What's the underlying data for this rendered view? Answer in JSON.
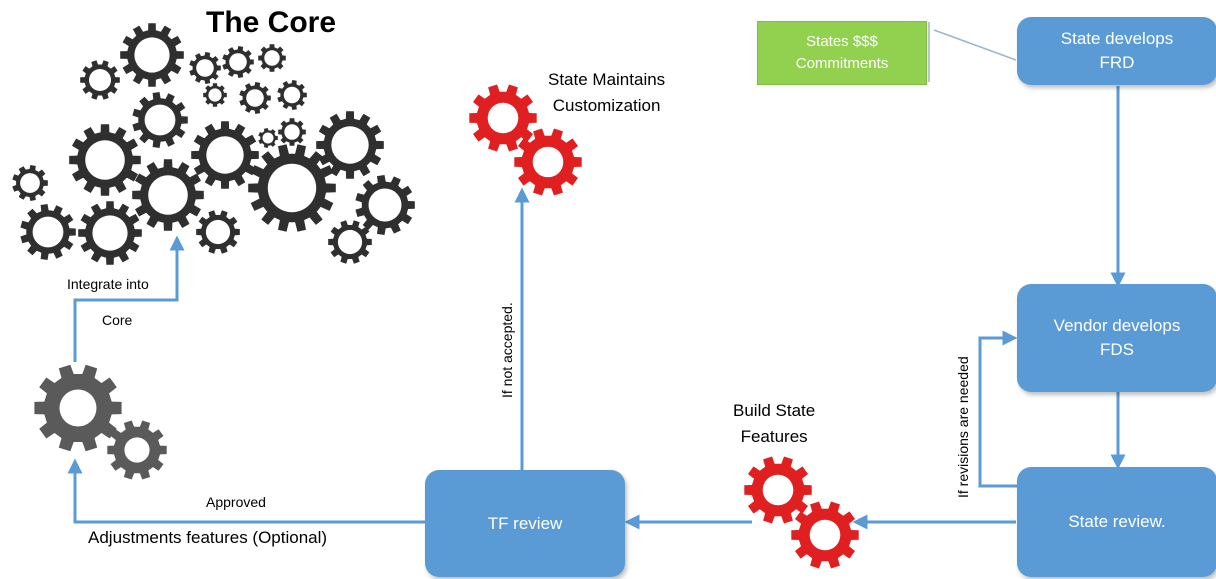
{
  "title": "The Core",
  "nodes": {
    "state_develops_frd": [
      "State develops",
      "FRD"
    ],
    "vendor_develops_fds": [
      "Vendor develops",
      "FDS"
    ],
    "state_review": "State review.",
    "tf_review": "TF review",
    "states_commitments": [
      "States $$$",
      "Commitments"
    ]
  },
  "labels": {
    "state_maintains": [
      "State Maintains",
      "Customization"
    ],
    "build_state_features": [
      "Build State",
      "Features"
    ],
    "integrate_into_core": [
      "Integrate into",
      "Core"
    ],
    "approved": "Approved",
    "adjustments": "Adjustments features (Optional)",
    "if_not_accepted": "If not accepted.",
    "if_revisions": "If revisions are needed"
  },
  "colors": {
    "box_fill": "#5b9bd5",
    "arrow": "#5b9bd5",
    "green_box": "#92d050",
    "core_gears": "#2f2f2f",
    "red_gears": "#e02020",
    "gray_gears": "#5a5a5a"
  },
  "icons": [
    "gear-icon"
  ]
}
